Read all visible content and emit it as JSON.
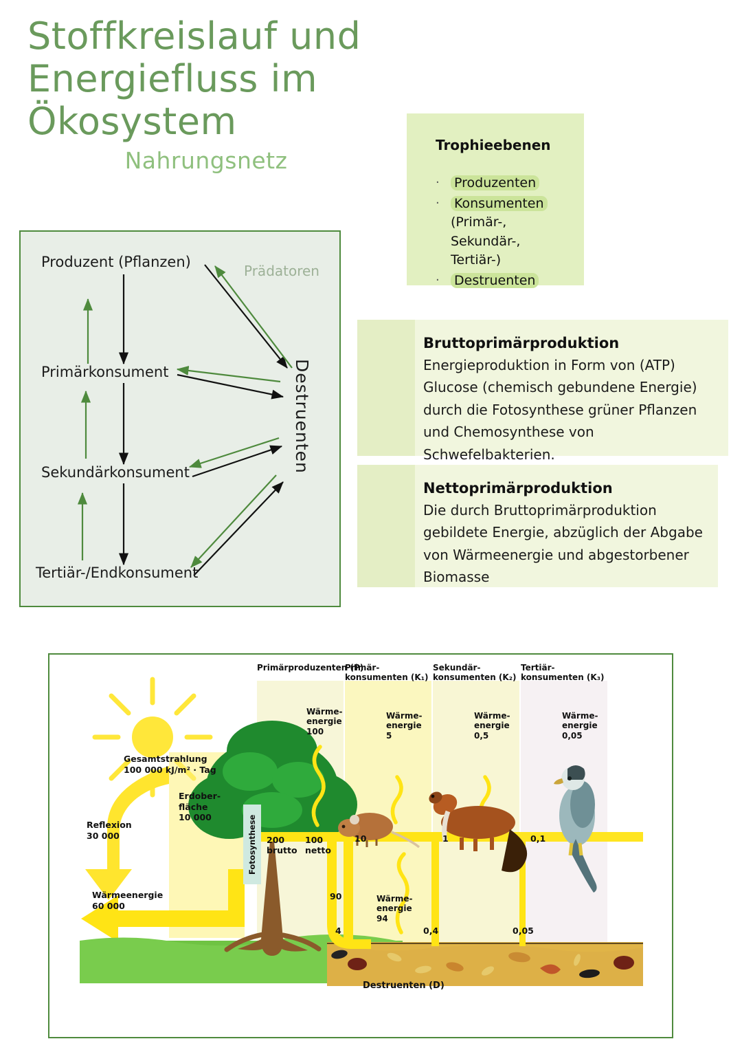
{
  "title": {
    "line1": "Stoffkreislauf und Energiefluss im",
    "line2": "Ökosystem",
    "subtitle": "Nahrungsnetz",
    "color": "#6a9a5c",
    "subtitle_color": "#8fc07e"
  },
  "foodweb": {
    "predators_label": "Prädatoren",
    "destruenten_label": "Destruenten",
    "nodes": [
      {
        "label": "Produzent (Pflanzen)"
      },
      {
        "label": "Primärkonsument"
      },
      {
        "label": "Sekundärkonsument"
      },
      {
        "label": "Tertiär-/Endkonsument"
      }
    ],
    "border_color": "#4e8a3d",
    "bg_color": "#e8eee7",
    "green_arrow_color": "#4e8a3d",
    "black_arrow_color": "#111111"
  },
  "trophie": {
    "title": "Trophieebenen",
    "bullet": "·",
    "bg_color": "#e2f0c1",
    "highlight_color": "#cbe49a",
    "items": [
      {
        "highlight": "Produzenten",
        "rest": ""
      },
      {
        "highlight": "Konsumenten",
        "rest": " (Primär-, Sekundär-, Tertiär-)"
      },
      {
        "highlight": "Destruenten",
        "rest": ""
      }
    ]
  },
  "definitions": [
    {
      "title": "Bruttoprimärproduktion",
      "body": "Energieproduktion in Form von (ATP) Glucose (chemisch gebundene Energie) durch die Fotosynthese grüner Pflanzen und Chemosynthese von Schwefelbakterien."
    },
    {
      "title": "Nettoprimärproduktion",
      "body": "Die durch Bruttoprimärproduktion gebildete Energie, abzüglich der Abgabe von Wärmeenergie und abgestorbener Biomasse"
    }
  ],
  "energy_figure": {
    "border_color": "#4e8a3d",
    "columns": [
      {
        "heading": "Primärproduzenten (P)",
        "heat_label": "Wärme-\nenergie",
        "heat_value": "100"
      },
      {
        "heading": "Primär-\nkonsumenten (K₁)",
        "heat_label": "Wärme-\nenergie",
        "heat_value": "5"
      },
      {
        "heading": "Sekundär-\nkonsumenten (K₂)",
        "heat_label": "Wärme-\nenergie",
        "heat_value": "0,5"
      },
      {
        "heading": "Tertiär-\nkonsumenten (K₃)",
        "heat_label": "Wärme-\nenergie",
        "heat_value": "0,05"
      }
    ],
    "radiation": {
      "total_label": "Gesamtstrahlung",
      "total_value": "100 000 kJ/m² · Tag",
      "reflection_label": "Reflexion",
      "reflection_value": "30 000",
      "surface_label": "Erdober-\nfläche",
      "surface_value": "10 000",
      "waste_heat_label": "Wärmeenergie",
      "waste_heat_value": "60 000"
    },
    "photosynthesis_label": "Fotosynthese",
    "production": {
      "gross": "200\nbrutto",
      "net": "100\nnetto"
    },
    "chain_values": [
      "10",
      "1",
      "0,1"
    ],
    "decomposer_flows": [
      "90",
      "4",
      "0,4",
      "0,05"
    ],
    "decomposer_heat": {
      "label": "Wärme-\nenergie",
      "value": "94"
    },
    "decomposer_label": "Destruenten (D)"
  }
}
